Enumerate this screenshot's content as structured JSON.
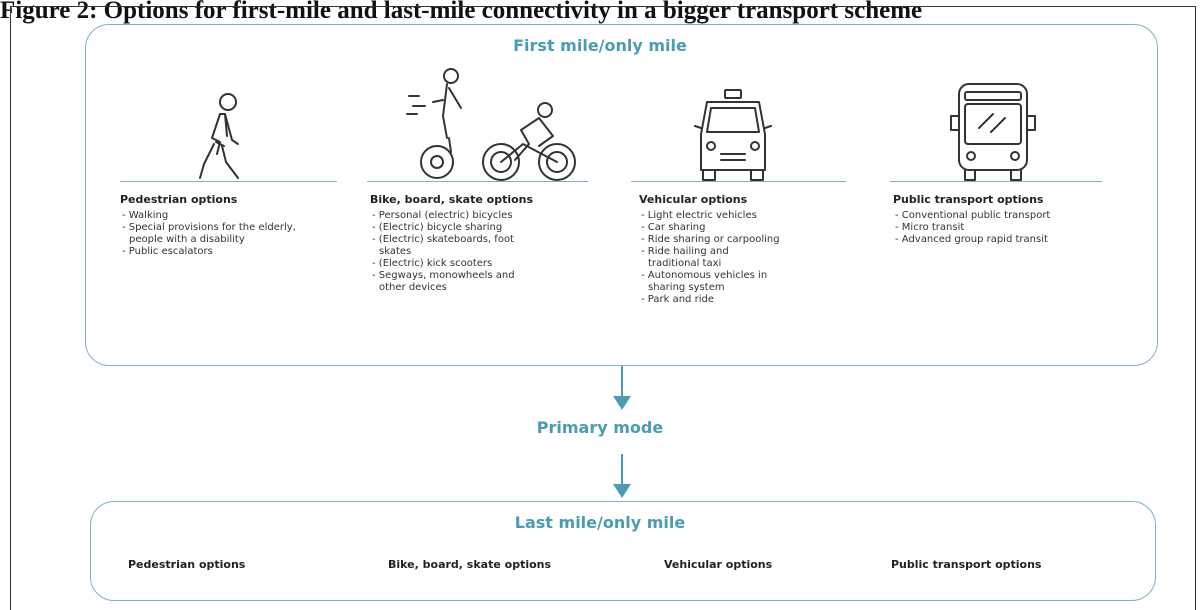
{
  "figure_title": "Figure 2: Options for first-mile and last-mile connectivity in a bigger transport scheme",
  "first_panel": {
    "title": "First mile/only mile",
    "columns": [
      {
        "title": "Pedestrian options",
        "icon": "pedestrian-icon",
        "items": [
          "Walking",
          "Special provisions for the elderly, people with a disability",
          "Public escalators"
        ]
      },
      {
        "title": "Bike, board, skate options",
        "icon": "bike-segway-icon",
        "items": [
          "Personal (electric) bicycles",
          "(Electric) bicycle sharing",
          "(Electric) skateboards, foot skates",
          "(Electric) kick scooters",
          "Segways, monowheels and other devices"
        ]
      },
      {
        "title": "Vehicular options",
        "icon": "taxi-icon",
        "items": [
          "Light electric vehicles",
          "Car sharing",
          "Ride sharing or carpooling",
          "Ride hailing and traditional taxi",
          "Autonomous vehicles in sharing system",
          "Park and ride"
        ]
      },
      {
        "title": "Public transport  options",
        "icon": "bus-icon",
        "items": [
          "Conventional public transport",
          "Micro transit",
          "Advanced group rapid transit"
        ]
      }
    ]
  },
  "primary_mode": "Primary mode",
  "last_panel": {
    "title": "Last mile/only mile",
    "options": [
      "Pedestrian options",
      "Bike, board, skate options",
      "Vehicular options",
      "Public transport options"
    ]
  },
  "colors": {
    "accent": "#4a9cb3",
    "border": "#7fb1c2",
    "text": "#222222"
  }
}
